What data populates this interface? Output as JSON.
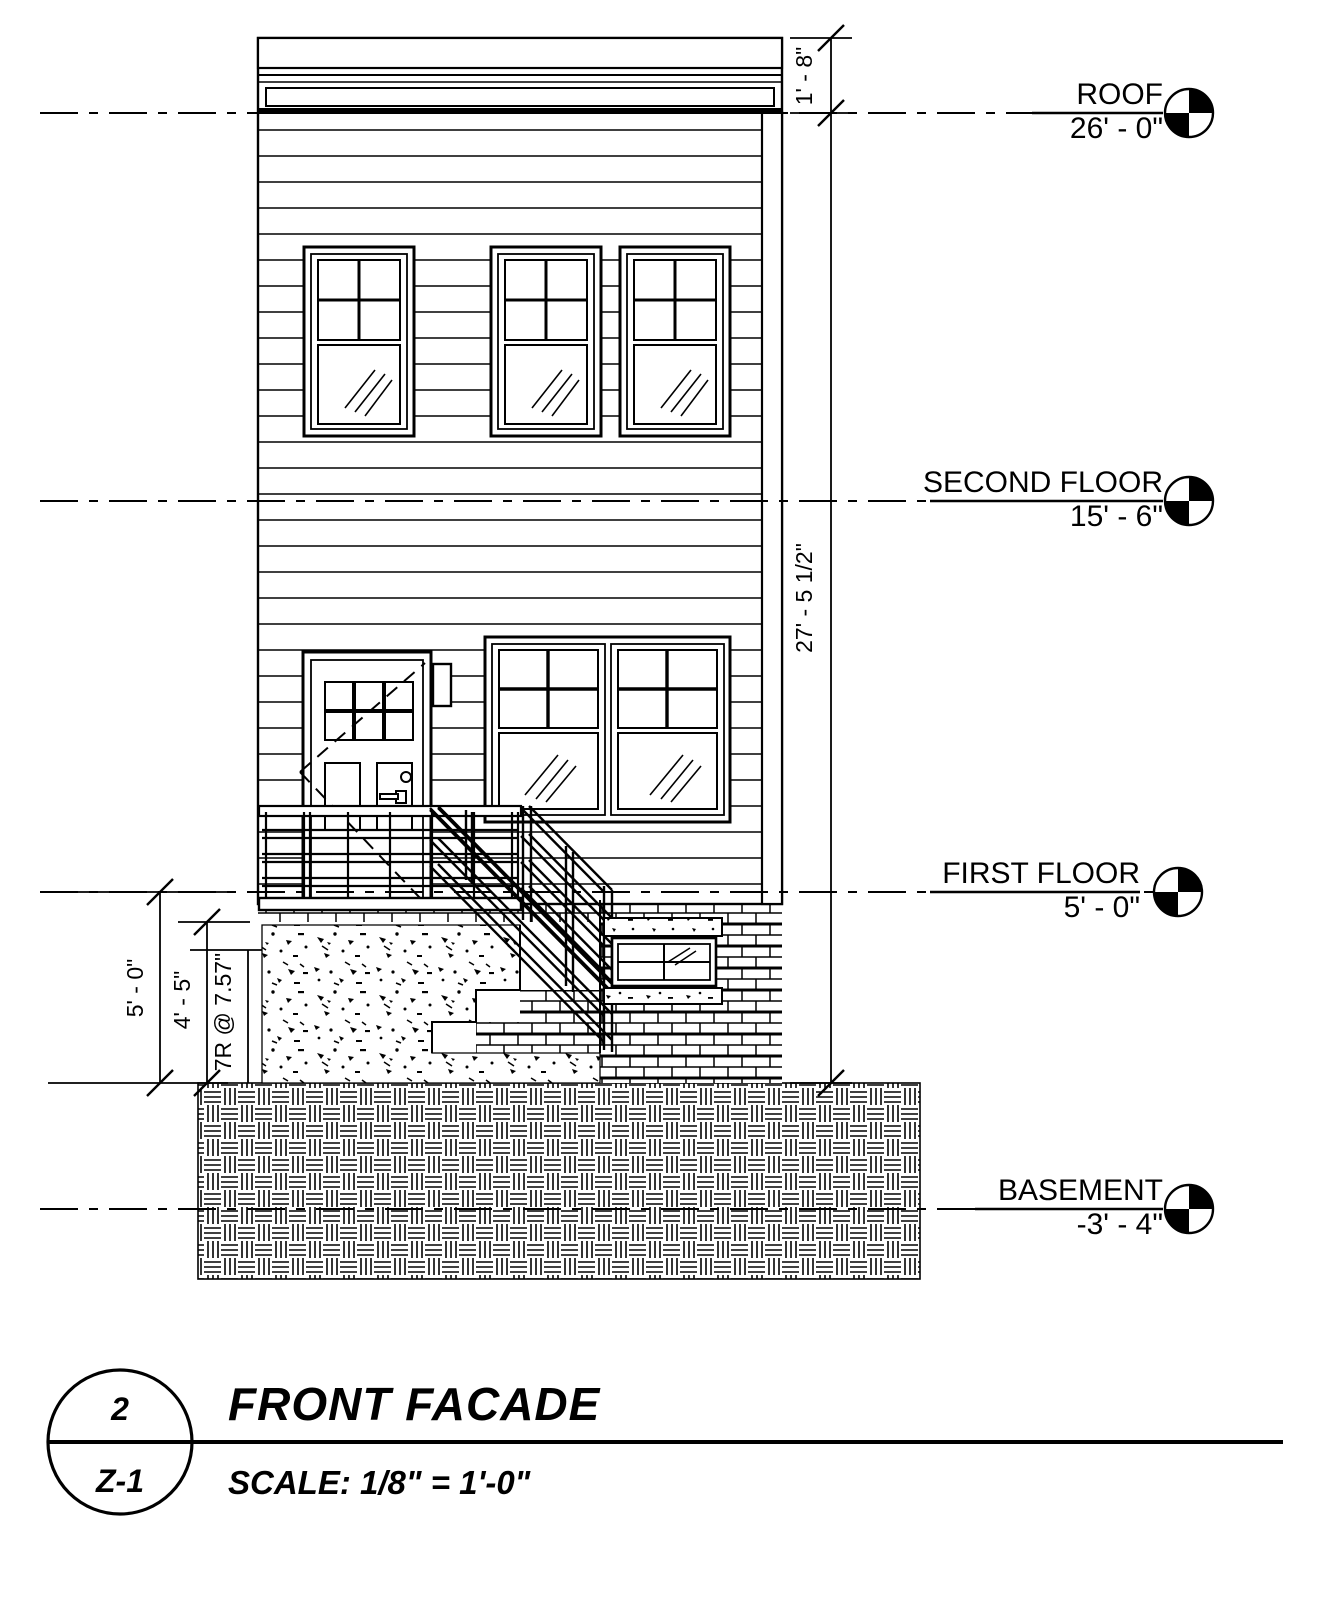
{
  "drawing": {
    "title": "FRONT FACADE",
    "scale": "SCALE:   1/8\" = 1'-0\"",
    "detail_number": "2",
    "sheet_number": "Z-1",
    "type": "architectural-elevation"
  },
  "levels": [
    {
      "name": "ROOF",
      "elevation": "26' - 0\""
    },
    {
      "name": "SECOND FLOOR",
      "elevation": "15' - 6\""
    },
    {
      "name": "FIRST FLOOR",
      "elevation": "5' - 0\""
    },
    {
      "name": "BASEMENT",
      "elevation": "-3' - 4\""
    }
  ],
  "dimensions": {
    "parapet": "1' - 8\"",
    "overall_height": "27' - 5 1/2\"",
    "first_floor_height": "5' - 0\"",
    "stair_rise_total": "4' - 5\"",
    "stair_risers": "7R @ 7.57\""
  },
  "elements": {
    "siding": "horizontal-lap-siding",
    "foundation": "brick-masonry",
    "earth": "earth-hatch",
    "fill": "gravel-fill",
    "second_floor_windows": 3,
    "first_floor_windows": 2,
    "basement_windows": 1,
    "entry_door": "six-lite-panel-door"
  },
  "colors": {
    "line": "#000000",
    "background": "#ffffff"
  }
}
